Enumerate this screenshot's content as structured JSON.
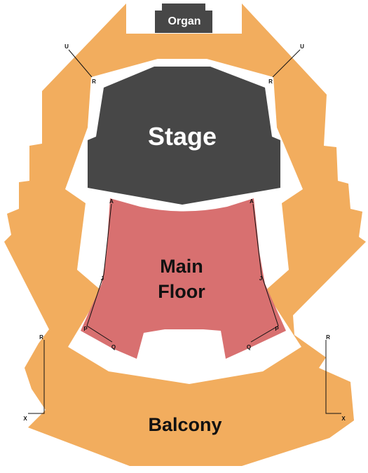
{
  "colors": {
    "balcony": "#F2AD5E",
    "main_floor": "#D87070",
    "stage": "#474747",
    "organ": "#474747",
    "row_line": "#111111",
    "background": "#FFFFFF"
  },
  "sections": {
    "organ": "Organ",
    "stage": "Stage",
    "main_floor_line1": "Main",
    "main_floor_line2": "Floor",
    "balcony": "Balcony"
  },
  "rows": {
    "balcony_top_left_start": "U",
    "balcony_top_left_end": "R",
    "balcony_top_right_start": "U",
    "balcony_top_right_end": "R",
    "balcony_side_left_start": "R",
    "balcony_side_left_end": "X",
    "balcony_side_right_start": "R",
    "balcony_side_right_end": "X",
    "floor_left_a": "A",
    "floor_left_j": "J",
    "floor_left_p": "P",
    "floor_left_q": "Q",
    "floor_right_a": "A",
    "floor_right_j": "J",
    "floor_right_p": "P",
    "floor_right_q": "Q"
  }
}
